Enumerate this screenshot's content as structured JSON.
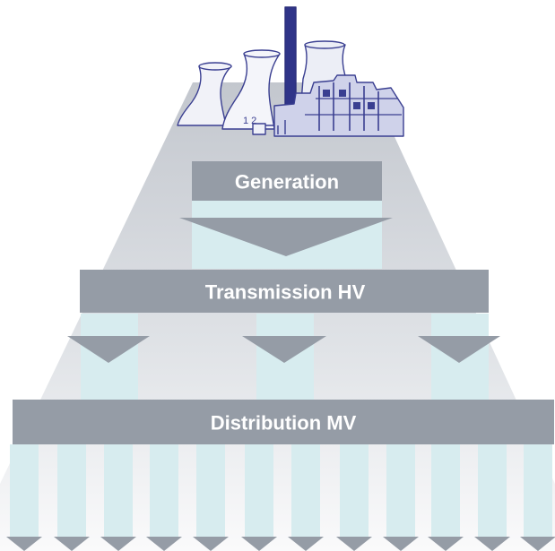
{
  "diagram": {
    "stages": [
      {
        "label": "Generation"
      },
      {
        "label": "Transmission HV"
      },
      {
        "label": "Distribution MV"
      }
    ],
    "colors": {
      "bar": "#959ca6",
      "arrow": "#959ca6",
      "column": "#d7ecef",
      "funnel_light": "#f4f5f7",
      "funnel_dark": "#c6cad0",
      "plant_outline": "#3a3f91",
      "plant_fill": "#dcdff0"
    },
    "icons": [
      "power-plant-icon"
    ]
  }
}
